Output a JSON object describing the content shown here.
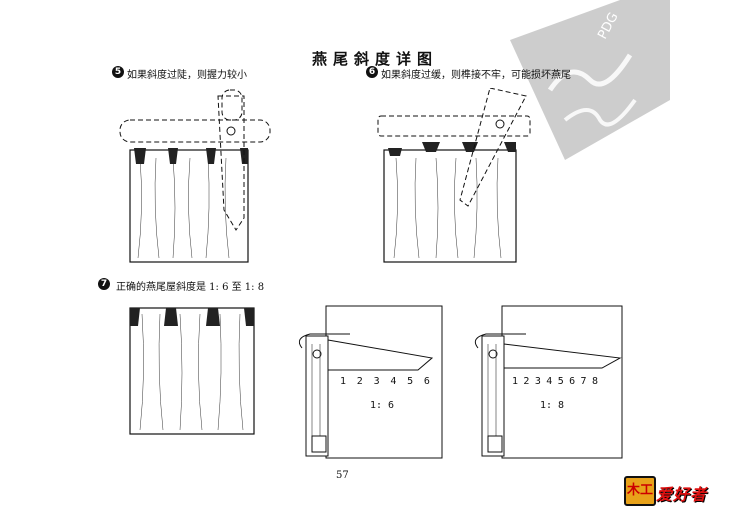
{
  "page": {
    "title": "燕尾斜度详图",
    "page_number": "57"
  },
  "figures": [
    {
      "number": "5",
      "caption": "如果斜度过陡，则握力较小"
    },
    {
      "number": "6",
      "caption": "如果斜度过缓，则榫接不牢，可能损坏燕尾"
    },
    {
      "number": "7",
      "caption": "正确的燕尾屋斜度是 1: 6 至 1: 8"
    }
  ],
  "gauges": [
    {
      "ratio_label": "1: 6",
      "scale_ticks": [
        "1",
        "2",
        "3",
        "4",
        "5",
        "6"
      ]
    },
    {
      "ratio_label": "1: 8",
      "scale_ticks": [
        "1",
        "2",
        "3",
        "4",
        "5",
        "6",
        "7",
        "8"
      ]
    }
  ],
  "watermark": {
    "text": "PDG"
  },
  "logo": {
    "mark": "木工",
    "text": "爱好者"
  },
  "colors": {
    "ink": "#111111",
    "watermark": "#c8c8c8",
    "logo_red": "#dd1111",
    "logo_amber": "#e8a21a"
  }
}
